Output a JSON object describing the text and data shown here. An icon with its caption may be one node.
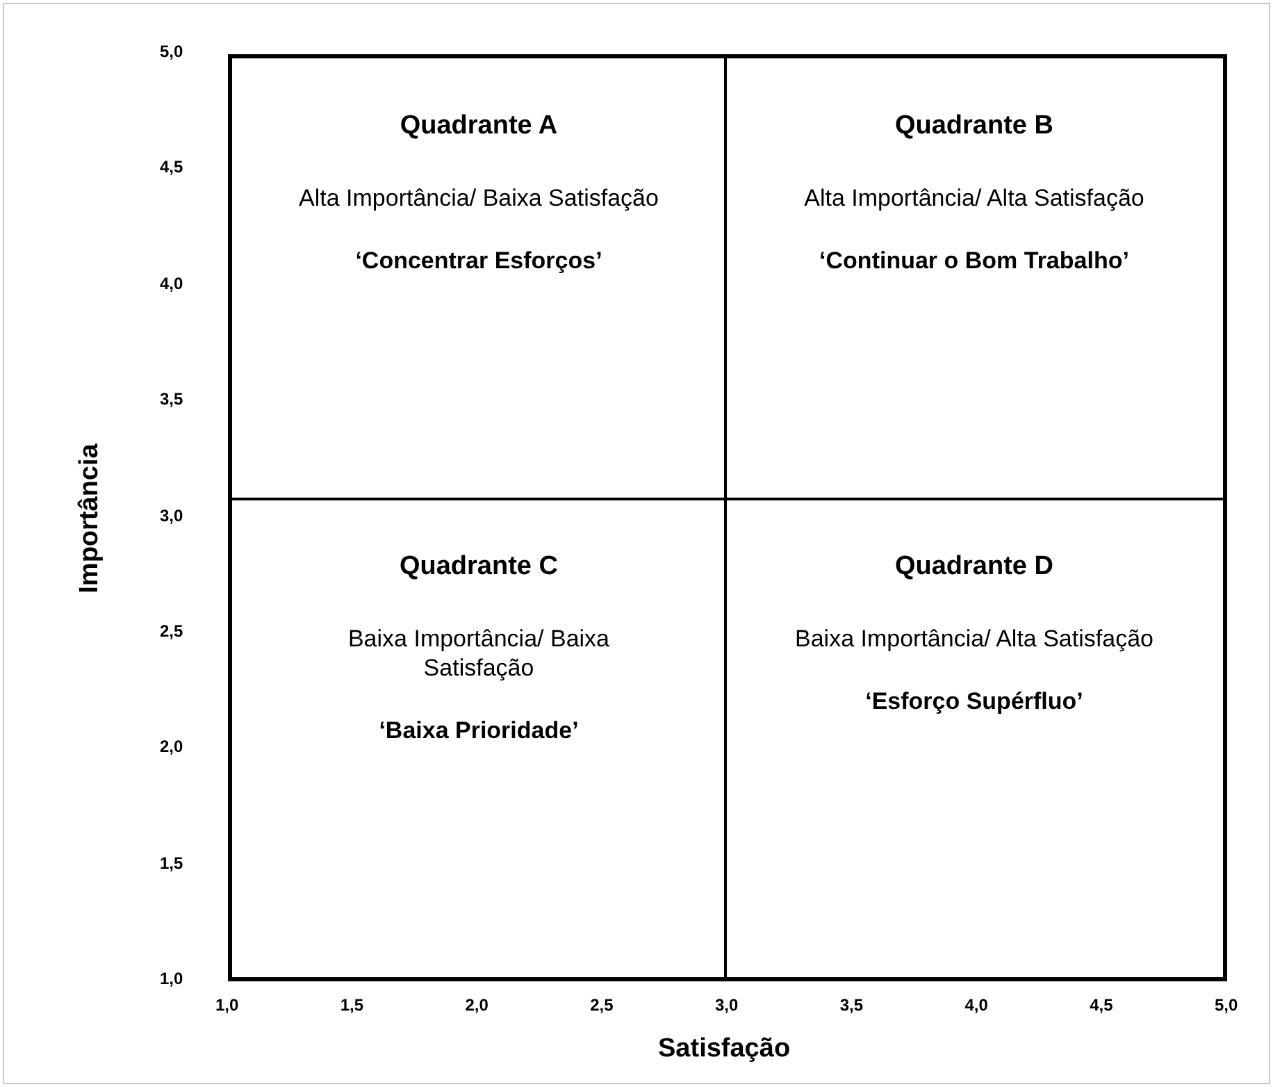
{
  "diagram": {
    "nodes": [
      {
        "text": [
          "Quadrante A",
          "Alta Importância/ Baixa Satisfação",
          "‘Concentrar Esforços’"
        ]
      },
      {
        "text": [
          "Quadrante B",
          "Alta Importância/ Alta Satisfação",
          "‘Continuar o Bom Trabalho’"
        ]
      },
      {
        "text": [
          "Quadrante C",
          "Baixa Importância/ Baixa Satisfação",
          "‘Baixa Prioridade’"
        ]
      },
      {
        "text": [
          "Quadrante D",
          "Baixa Importância/ Alta Satisfação",
          "‘Esforço Supérfluo’"
        ]
      }
    ],
    "edges": [],
    "labels": [
      "5,0",
      "4,5",
      "4,0",
      "3,5",
      "3,0",
      "2,5",
      "2,0",
      "1,5",
      "1,0",
      "Importância",
      "1,0",
      "1,5",
      "2,0",
      "2,5",
      "3,0",
      "3,5",
      "4,0",
      "4,5",
      "5,0",
      "Satisfação"
    ]
  }
}
